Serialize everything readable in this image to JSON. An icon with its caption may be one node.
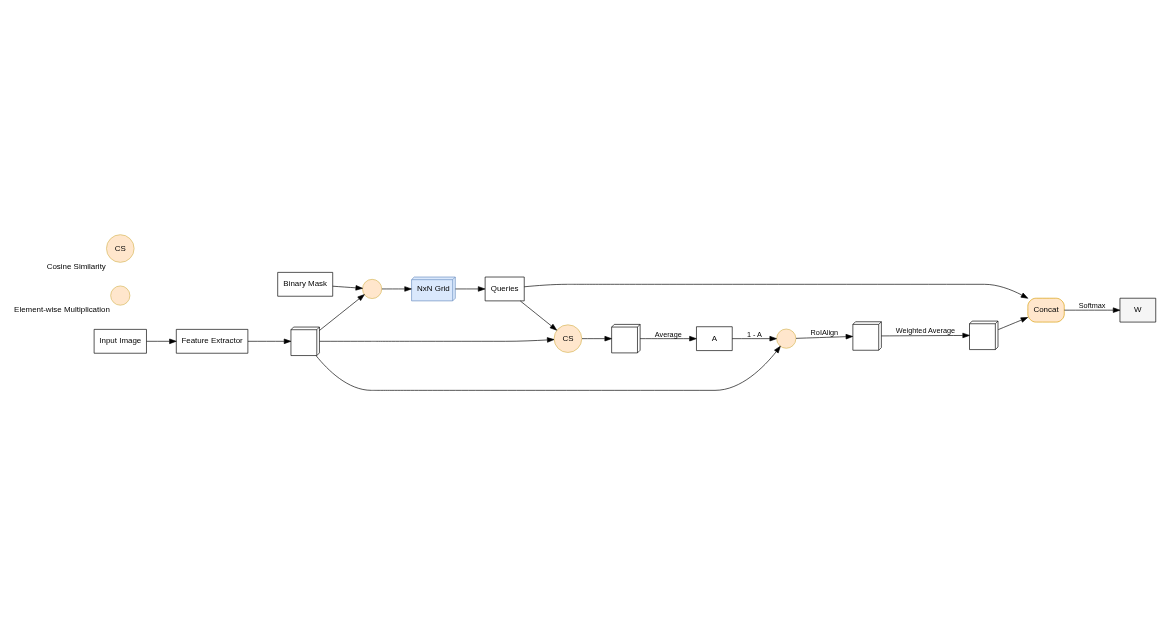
{
  "diagram": {
    "nodes": [
      {
        "text": [
          "Input Image"
        ]
      },
      {
        "text": [
          "Feature Extractor"
        ]
      },
      {
        "text": [],
        "shape": "box"
      },
      {
        "text": [
          "Binary Mask"
        ]
      },
      {
        "text": [],
        "shape": "circle"
      },
      {
        "text": [
          "NxN Grid"
        ]
      },
      {
        "text": [
          "Queries"
        ]
      },
      {
        "text": [
          "CS"
        ]
      },
      {
        "text": [],
        "shape": "box"
      },
      {
        "text": [
          "A"
        ]
      },
      {
        "text": [],
        "shape": "circle"
      },
      {
        "text": [],
        "shape": "box"
      },
      {
        "text": [],
        "shape": "box"
      },
      {
        "text": [
          "Concat"
        ]
      },
      {
        "text": [
          "W"
        ]
      },
      {
        "text": [],
        "shape": "circle",
        "beside": [
          "Element-wise Multiplication"
        ]
      },
      {
        "text": [
          "CS"
        ],
        "beside": [
          "Cosine Similarity"
        ]
      }
    ],
    "edges": [
      {
        "from": 0,
        "to": 1,
        "arrow": "to"
      },
      {
        "from": 1,
        "to": 2,
        "arrow": "to"
      },
      {
        "from": 2,
        "to": 4,
        "arrow": "to"
      },
      {
        "from": 3,
        "to": 4,
        "arrow": "to"
      },
      {
        "from": 4,
        "to": 5,
        "arrow": "to"
      },
      {
        "from": 5,
        "to": 6,
        "arrow": "to"
      },
      {
        "from": 2,
        "to": 7,
        "arrow": "to"
      },
      {
        "from": 6,
        "to": 7,
        "arrow": "to"
      },
      {
        "from": 7,
        "to": 8,
        "arrow": "to"
      },
      {
        "from": 8,
        "to": 9,
        "arrow": "to",
        "label": "Average"
      },
      {
        "from": 9,
        "to": 10,
        "arrow": "to",
        "label": "1 - A"
      },
      {
        "from": 2,
        "to": 10,
        "arrow": "to"
      },
      {
        "from": 10,
        "to": 11,
        "arrow": "to",
        "label": "RoIAlign"
      },
      {
        "from": 11,
        "to": 12,
        "arrow": "to",
        "label": "Weighted Average"
      },
      {
        "from": 12,
        "to": 13,
        "arrow": "to"
      },
      {
        "from": 6,
        "to": 13,
        "arrow": "to"
      },
      {
        "from": 13,
        "to": 14,
        "arrow": "to",
        "label": "Softmax"
      }
    ]
  }
}
